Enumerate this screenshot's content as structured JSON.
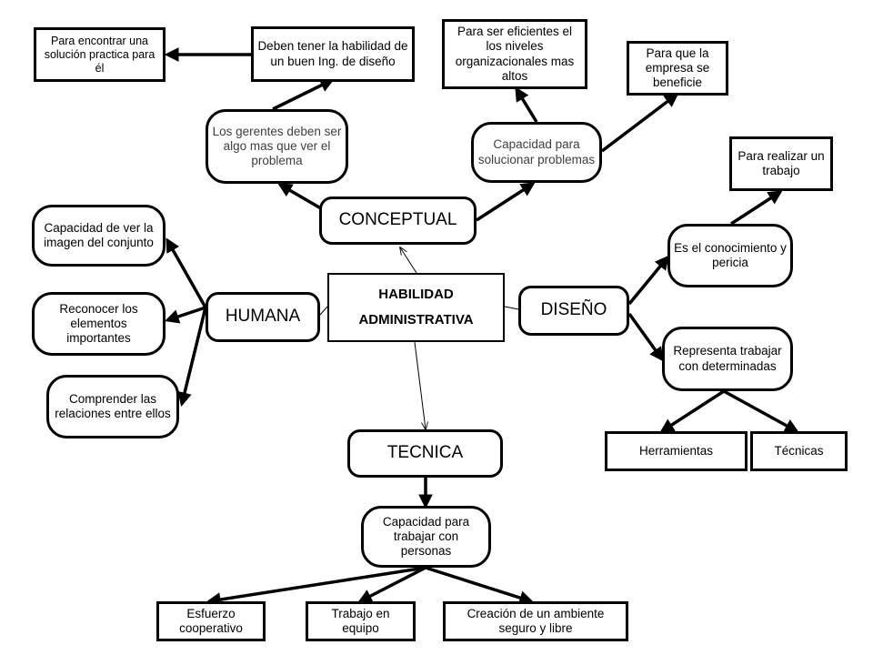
{
  "diagram": {
    "center": "HABILIDAD ADMINISTRATIVA",
    "branches": {
      "conceptual": "CONCEPTUAL",
      "humana": "HUMANA",
      "diseno": "DISEÑO",
      "tecnica": "TECNICA"
    },
    "conceptual_nodes": {
      "gerentes": "Los gerentes deben ser algo mas que ver el problema",
      "deben_tener": "Deben tener la habilidad de un buen Ing. de diseño",
      "solucion": "Para encontrar una solución practica para él",
      "capacidad_solucionar": "Capacidad para solucionar problemas",
      "eficientes": "Para ser eficientes el los niveles organizacionales mas altos",
      "empresa": "Para que la empresa se beneficie"
    },
    "humana_nodes": {
      "imagen": "Capacidad de ver la imagen del conjunto",
      "elementos": "Reconocer los elementos importantes",
      "relaciones": "Comprender las relaciones entre ellos"
    },
    "diseno_nodes": {
      "conocimiento": "Es el conocimiento y pericia",
      "realizar": "Para realizar un trabajo",
      "representa": "Representa trabajar con determinadas",
      "herramientas": "Herramientas",
      "tecnicas": "Técnicas"
    },
    "tecnica_nodes": {
      "personas": "Capacidad para trabajar con personas",
      "esfuerzo": "Esfuerzo cooperativo",
      "equipo": "Trabajo en equipo",
      "ambiente": "Creación de un ambiente seguro y libre"
    }
  }
}
